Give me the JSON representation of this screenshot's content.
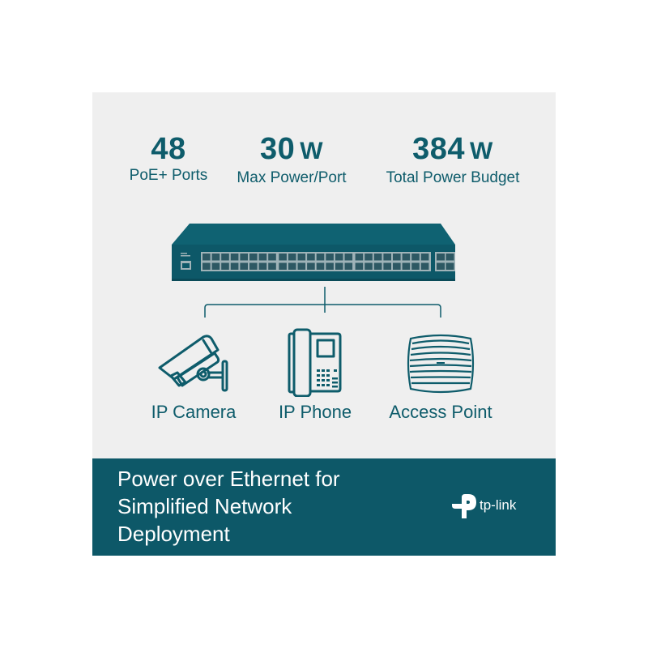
{
  "stats": [
    {
      "value": "48",
      "unit": "",
      "label": "PoE+ Ports"
    },
    {
      "value": "30",
      "unit": "W",
      "label": "Max Power/Port"
    },
    {
      "value": "384",
      "unit": "W",
      "label": "Total Power Budget"
    }
  ],
  "switch": {
    "port_count": 48,
    "sfp_count": 4,
    "icon": "network-switch-icon"
  },
  "devices": [
    {
      "label": "IP Camera",
      "icon": "ip-camera-icon"
    },
    {
      "label": "IP Phone",
      "icon": "ip-phone-icon"
    },
    {
      "label": "Access Point",
      "icon": "access-point-icon"
    }
  ],
  "banner": {
    "headline_lines": [
      "Power over Ethernet for",
      "Simplified Network",
      "Deployment"
    ],
    "brand": "tp-link"
  },
  "colors": {
    "teal_dark": "#0d5868",
    "teal_text": "#0e5c6b",
    "panel_bg": "#efefef",
    "port_gray": "#9fb3b8"
  }
}
